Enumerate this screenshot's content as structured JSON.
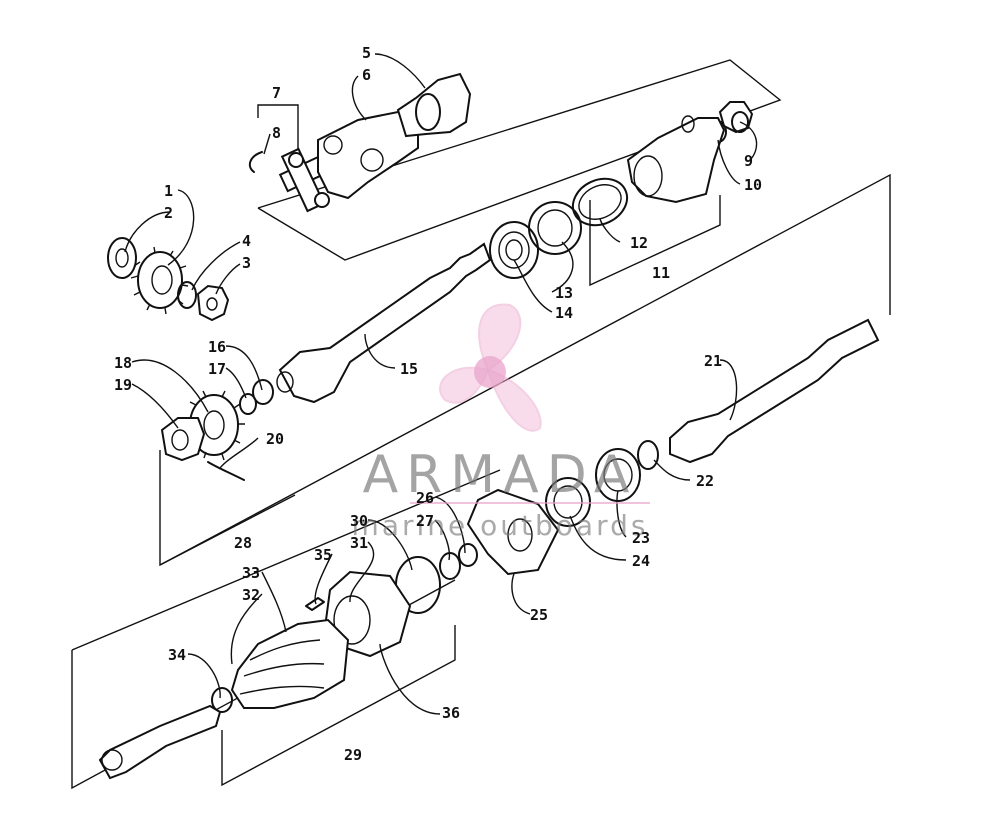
{
  "watermark": {
    "brand": "ARMADA",
    "tagline": "marine outboards",
    "text_color": "#7a7a7a",
    "logo_color": "#e8a0c8",
    "logo_fill": "#f0b8d8"
  },
  "callouts": [
    "1",
    "2",
    "3",
    "4",
    "5",
    "6",
    "7",
    "8",
    "9",
    "10",
    "11",
    "12",
    "13",
    "14",
    "15",
    "16",
    "17",
    "18",
    "19",
    "20",
    "21",
    "22",
    "23",
    "24",
    "25",
    "26",
    "27",
    "28",
    "29",
    "30",
    "31",
    "32",
    "33",
    "34",
    "35",
    "36"
  ]
}
